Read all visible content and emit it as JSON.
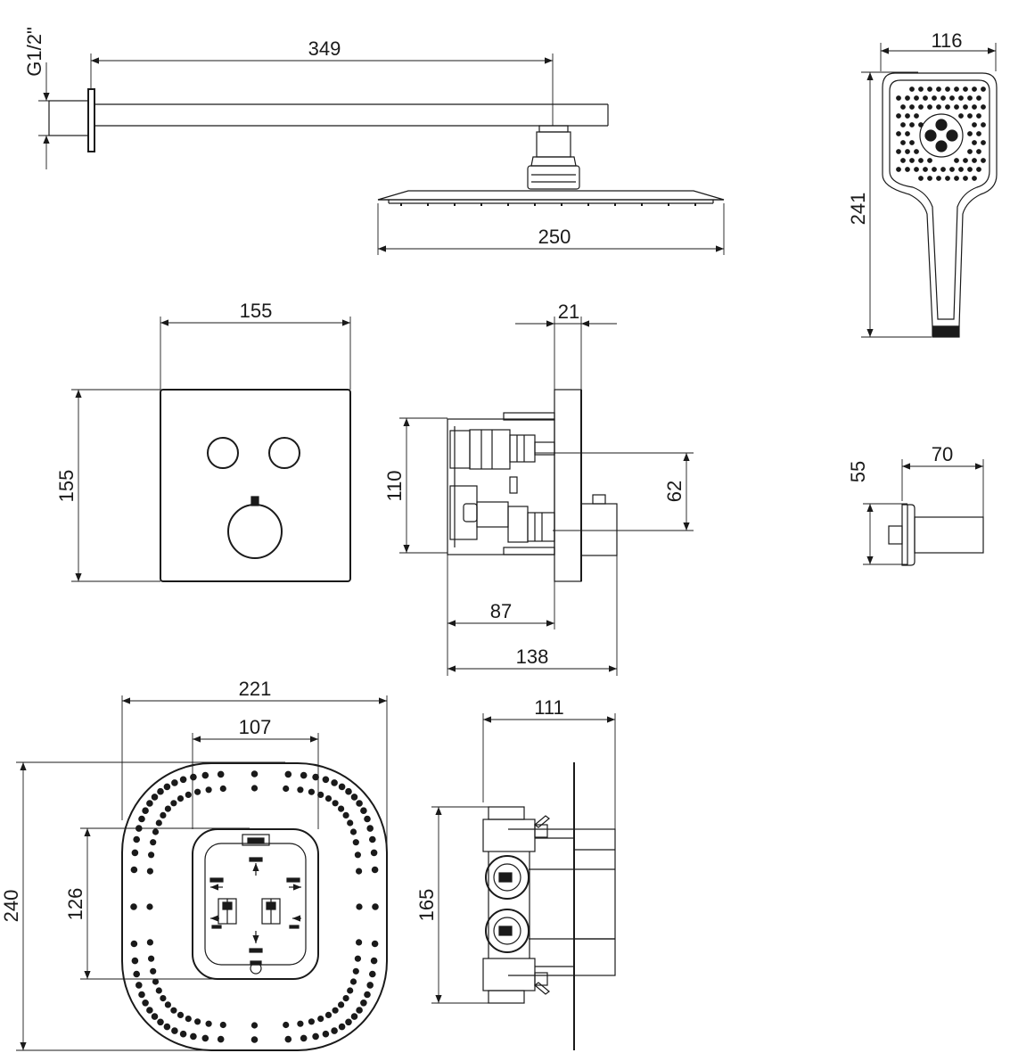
{
  "dimensions": {
    "thread": "G1/2\"",
    "arm_length": "349",
    "rain_head_width": "250",
    "hand_shower_width": "116",
    "hand_shower_length": "241",
    "plate_width": "155",
    "plate_height": "155",
    "plate_depth": "21",
    "body_height": "110",
    "outlet_spacing": "62",
    "body_depth": "87",
    "total_depth": "138",
    "elbow_height": "55",
    "elbow_depth": "70",
    "box_width": "221",
    "box_inner_width": "107",
    "box_height": "240",
    "box_inner_height": "126",
    "valve_width": "111",
    "valve_height": "165"
  }
}
